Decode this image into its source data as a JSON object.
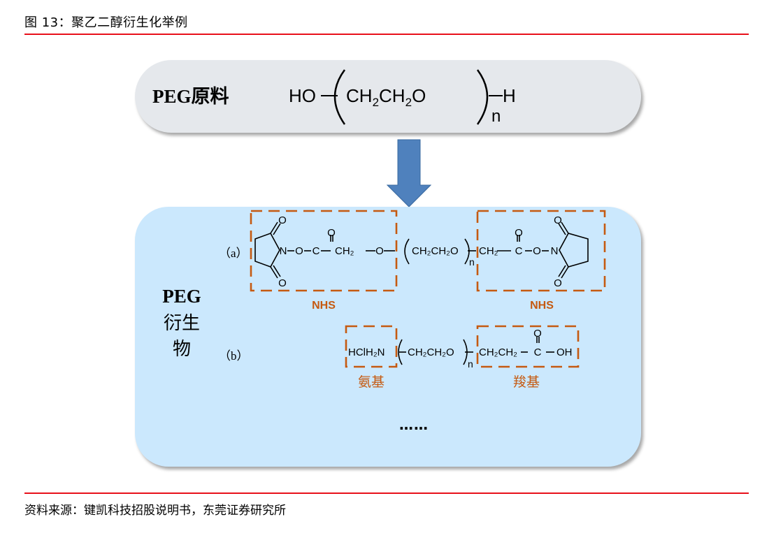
{
  "figure": {
    "title": "图 13：聚乙二醇衍生化举例",
    "source": "资料来源：键凯科技招股说明书，东莞证券研究所"
  },
  "raw_material": {
    "label": "PEG原料",
    "formula": {
      "left": "HO",
      "repeat_unit": [
        "CH",
        "2",
        "CH",
        "2",
        "O"
      ],
      "subscript": "n",
      "right": "H"
    }
  },
  "derivatives": {
    "title_line1": "PEG",
    "title_line2": "衍生物",
    "a": {
      "label": "（a）",
      "left_chain": [
        "N",
        "O",
        "C",
        "CH₂",
        "O"
      ],
      "repeat_unit": "CH₂CH₂O",
      "subscript": "n",
      "right_chain": [
        "CH₂",
        "C",
        "O",
        "N"
      ],
      "carbonyl_oxygen": "O",
      "group_left_label": "NHS",
      "group_right_label": "NHS"
    },
    "b": {
      "label": "（b）",
      "amine": "HClH₂N",
      "repeat_unit": "CH₂CH₂O",
      "subscript": "n",
      "acid_chain": "CH₂CH₂",
      "acid_carbon": "C",
      "acid_oh": "OH",
      "carbonyl_oxygen": "O",
      "group_left_label": "氨基",
      "group_right_label": "羧基"
    },
    "more": "……"
  },
  "colors": {
    "rule": "#e8101a",
    "pill_bg": "#e5e8ec",
    "panel_bg": "#cbe8fd",
    "arrow": "#4f81bd",
    "highlight": "#c55a11"
  }
}
